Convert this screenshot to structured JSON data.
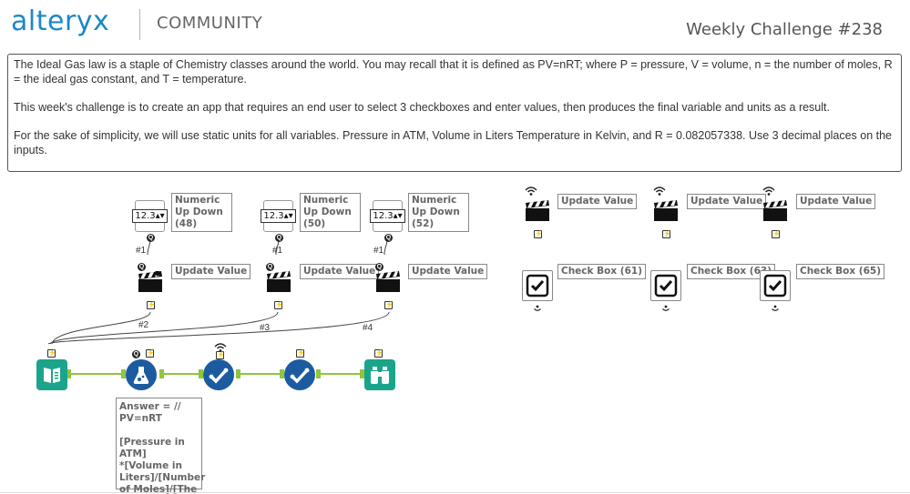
{
  "header": {
    "brand": "alteryx",
    "section": "COMMUNITY",
    "challenge_title": "Weekly Challenge #238"
  },
  "description": {
    "p1": "The Ideal Gas law is a staple of Chemistry classes around the world. You may recall that it is defined as PV=nRT; where P = pressure, V = volume, n = the number of moles, R = the ideal gas constant, and T = temperature.",
    "p2": "This week's challenge is to create an app that requires an end user to select 3 checkboxes and enter values, then produces the final variable and units as a result.",
    "p3": "For the sake of simplicity, we will use static units for all variables. Pressure in ATM, Volume in Liters Temperature in Kelvin, and R = 0.082057338. Use 3 decimal places on the inputs."
  },
  "numeric_tools": [
    {
      "value": "12.3",
      "label": "Numeric Up Down (48)"
    },
    {
      "value": "12.3",
      "label": "Numeric Up Down (50)"
    },
    {
      "value": "12.3",
      "label": "Numeric Up Down (52)"
    }
  ],
  "update_value_label": "Update Value",
  "checkboxes": [
    {
      "label": "Check Box (61)"
    },
    {
      "label": "Check Box (63)"
    },
    {
      "label": "Check Box (65)"
    }
  ],
  "connections": {
    "c1": "#1",
    "c2": "#2",
    "c3": "#3",
    "c4": "#4"
  },
  "formula_annotation": "Answer = //\nPV=nRT\n\n[Pressure in ATM]\n*[Volume in\nLiters]/[Number\nof Moles]/[The ...",
  "icons": {
    "formula_tool": "flask-icon",
    "check_tool": "check-circle-icon",
    "input_tool": "book-icon",
    "browse_tool": "binoculars-icon",
    "update_value_tool": "clapperboard-icon",
    "check_box_tool": "checkbox-icon"
  },
  "colors": {
    "brand": "#1c88c7",
    "blue_tool": "#1c5b9f",
    "teal_tool": "#1aa58a",
    "connector": "#8dc63f"
  }
}
